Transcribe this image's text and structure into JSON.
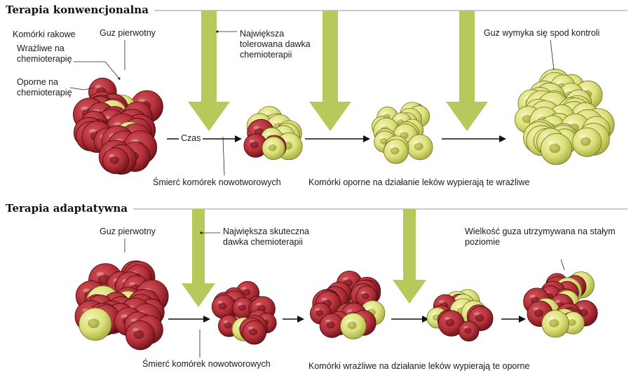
{
  "colors": {
    "resistant_cell": "#dde07c",
    "resistant_cell_dark": "#aab23a",
    "sensitive_cell": "#b4303a",
    "sensitive_cell_dark": "#6e1218",
    "dose_arrow": "#b8c95c",
    "rule": "#9a9a9a",
    "arrow": "#111111"
  },
  "icons": [
    "down-arrow-icon",
    "right-arrow-icon",
    "cell-cluster-icon"
  ],
  "conventional": {
    "title": "Terapia konwencjonalna",
    "labels": {
      "cancer_cells": "Komórki rakowe",
      "sensitive": "Wrażliwe na\nchemioterapię",
      "resistant": "Oporne na\nchemioterapię",
      "primary_tumor": "Guz pierwotny",
      "max_tolerated_dose": "Największa\ntolerowana dawka\nchemioterapii",
      "time": "Czas",
      "tumor_uncontrolled": "Guz wymyka się spod kontroli",
      "tumor_cell_death": "Śmierć komórek nowotworowych",
      "resistant_replace": "Komórki oporne na działanie leków wypierają te wrażliwe"
    }
  },
  "adaptive": {
    "title": "Terapia adaptatywna",
    "labels": {
      "primary_tumor": "Guz pierwotny",
      "min_effective_dose": "Największa skuteczna\ndawka chemioterapii",
      "tumor_stable": "Wielkość guza utrzymywana na stałym\npoziomie",
      "tumor_cell_death": "Śmierć komórek nowotworowych",
      "sensitive_replace": "Komórki wrażliwe na działanie leków wypierają te oporne"
    }
  }
}
